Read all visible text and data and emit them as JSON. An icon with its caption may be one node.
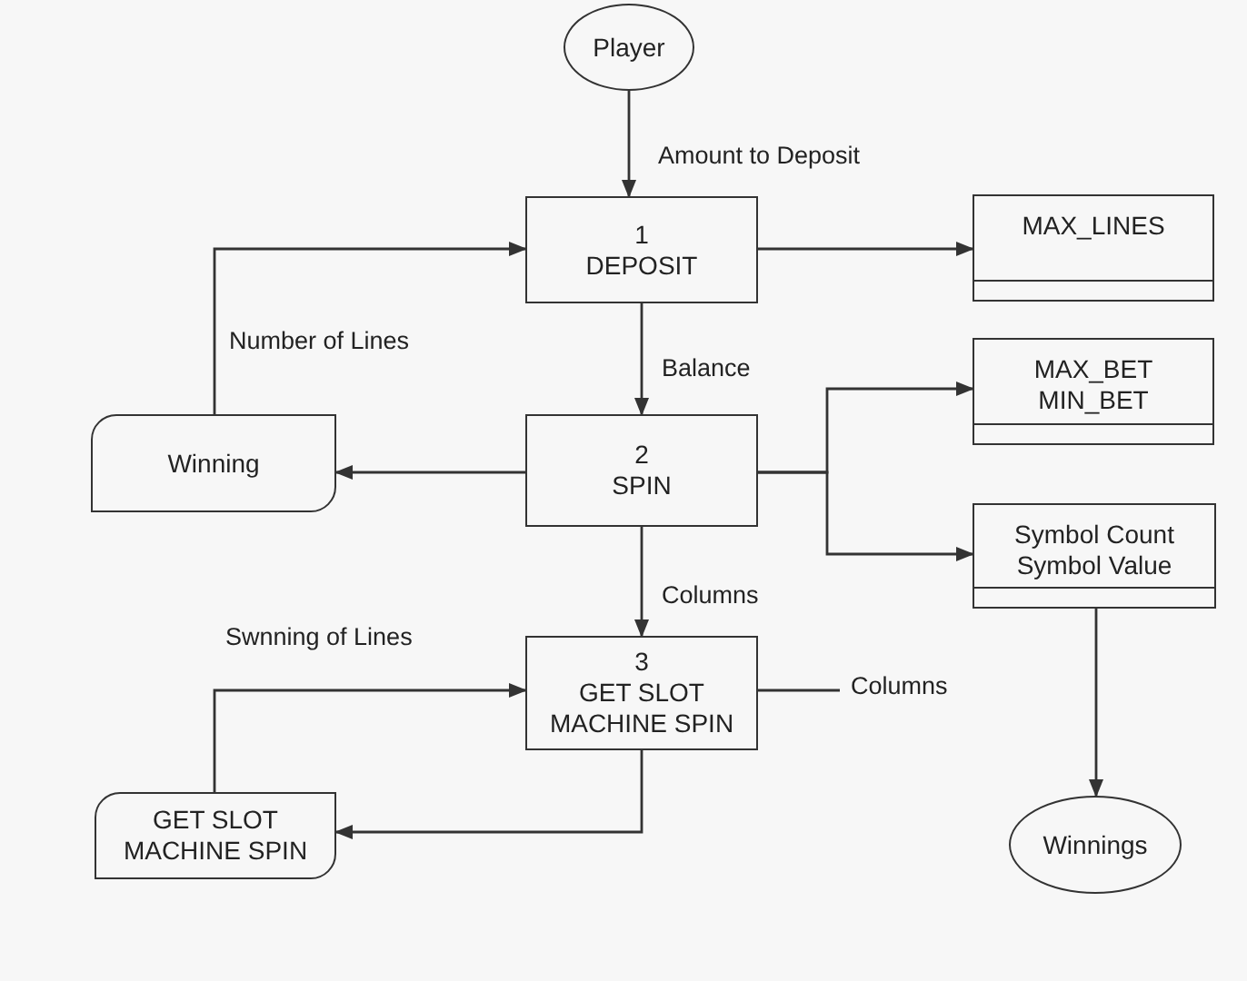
{
  "diagram": {
    "nodes": [
      {
        "text": [
          "Player"
        ]
      },
      {
        "text": [
          "1",
          "DEPOSIT"
        ]
      },
      {
        "text": [
          "MAX_LINES"
        ]
      },
      {
        "text": [
          "2",
          "SPIN"
        ]
      },
      {
        "text": [
          "MAX_BET MIN_BET"
        ]
      },
      {
        "text": [
          "Winning"
        ]
      },
      {
        "text": [
          "Symbol Count Symbol Value"
        ]
      },
      {
        "text": [
          "3",
          "GET SLOT MACHINE SPIN"
        ]
      },
      {
        "text": [
          "GET SLOT MACHINE SPIN"
        ]
      },
      {
        "text": [
          "Winnings"
        ]
      }
    ],
    "edges": [
      {
        "from": 0,
        "to": 1,
        "arrow": "to",
        "label": "Amount to Deposit"
      },
      {
        "from": 1,
        "to": 2,
        "arrow": "to"
      },
      {
        "from": 1,
        "to": 3,
        "arrow": "to",
        "label": "Balance"
      },
      {
        "from": 5,
        "to": 1,
        "arrow": "to",
        "label": "Number of Lines"
      },
      {
        "from": 3,
        "to": 5,
        "arrow": "to"
      },
      {
        "from": 3,
        "to": 4,
        "arrow": "to"
      },
      {
        "from": 3,
        "to": 6,
        "arrow": "to"
      },
      {
        "from": 3,
        "to": 7,
        "arrow": "to",
        "label": "Columns"
      },
      {
        "from": 8,
        "to": 7,
        "arrow": "to",
        "label": "Swnning of Lines"
      },
      {
        "from": 7,
        "to": 8,
        "arrow": "to"
      },
      {
        "from": 7,
        "to": null,
        "arrow": "none",
        "label": "Columns"
      },
      {
        "from": 6,
        "to": 9,
        "arrow": "to"
      }
    ]
  }
}
